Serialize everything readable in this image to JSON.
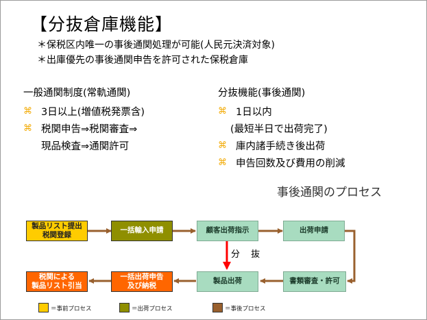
{
  "colors": {
    "pre": "#ffcc00",
    "load": "#8f8f00",
    "post": "#99602e",
    "process": "#a8dcc0",
    "orange": "#ff6600",
    "split_arrow": "#ff0000",
    "bullet": "#f2a900"
  },
  "title": "【分抜倉庫機能】",
  "notes": [
    "＊保税区内唯一の事後通関処理が可能(人民元決済対象)",
    "＊出庫優先の事後通関申告を許可された保税倉庫"
  ],
  "left": {
    "heading": "一般通関制度(常軌通関)",
    "bullet_symbol": "⌘",
    "items": [
      "3日以上(増値税発票含)",
      "税関申告⇒税関審査⇒"
    ],
    "continuation": "現品検査⇒通関許可"
  },
  "right": {
    "heading": "分抜機能(事後通関)",
    "bullet_symbol": "⌘",
    "item1": "1日以内",
    "item1_sub": "(最短半日で出荷完了)",
    "item2": "庫内諸手続き後出荷",
    "item3": "申告回数及び費用の削減"
  },
  "process": {
    "title": "事後通関のプロセス",
    "boxes": {
      "b1": [
        "製品リスト提出",
        "税関登録"
      ],
      "b2": [
        "一括輸入申請"
      ],
      "b3": [
        "顧客出荷指示"
      ],
      "b4": [
        "出荷申請"
      ],
      "b5": [
        "書類審査・許可"
      ],
      "b6": [
        "製品出荷"
      ],
      "b7": [
        "一括出荷申告",
        "及び納税"
      ],
      "b8": [
        "税関による",
        "製品リスト引当"
      ]
    },
    "split_label": "分 抜"
  },
  "legend": [
    {
      "label": "＝事前プロセス",
      "icon": "swatch-yellow"
    },
    {
      "label": "＝出荷プロセス",
      "icon": "swatch-olive"
    },
    {
      "label": "＝事後プロセス",
      "icon": "swatch-brown"
    }
  ]
}
